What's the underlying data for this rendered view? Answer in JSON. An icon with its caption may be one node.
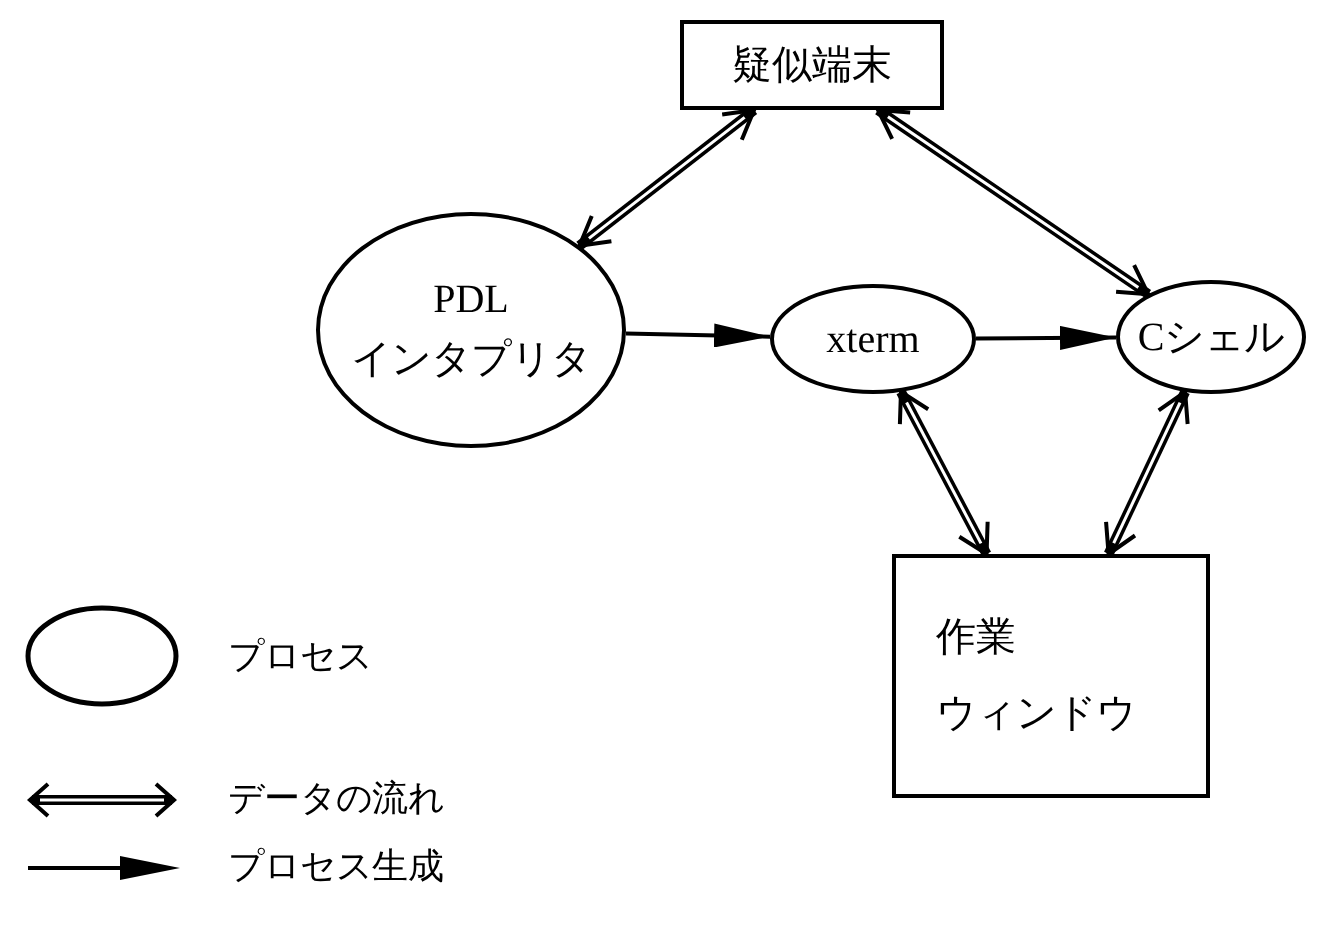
{
  "diagram": {
    "nodes": [
      {
        "text": [
          "疑似端末"
        ]
      },
      {
        "text": [
          "PDL",
          "インタプリタ"
        ]
      },
      {
        "text": [
          "xterm"
        ]
      },
      {
        "text": [
          "Cシェル"
        ]
      },
      {
        "text": [
          "作業",
          "ウィンドウ"
        ]
      }
    ],
    "edges": [
      {
        "from": 0,
        "to": 1,
        "arrow": "both"
      },
      {
        "from": 0,
        "to": 3,
        "arrow": "both"
      },
      {
        "from": 1,
        "to": 2,
        "arrow": "to"
      },
      {
        "from": 2,
        "to": 3,
        "arrow": "to"
      },
      {
        "from": 2,
        "to": 4,
        "arrow": "both"
      },
      {
        "from": 3,
        "to": 4,
        "arrow": "both"
      }
    ],
    "legend": [
      {
        "text": "プロセス"
      },
      {
        "text": "データの流れ"
      },
      {
        "text": "プロセス生成"
      }
    ]
  }
}
